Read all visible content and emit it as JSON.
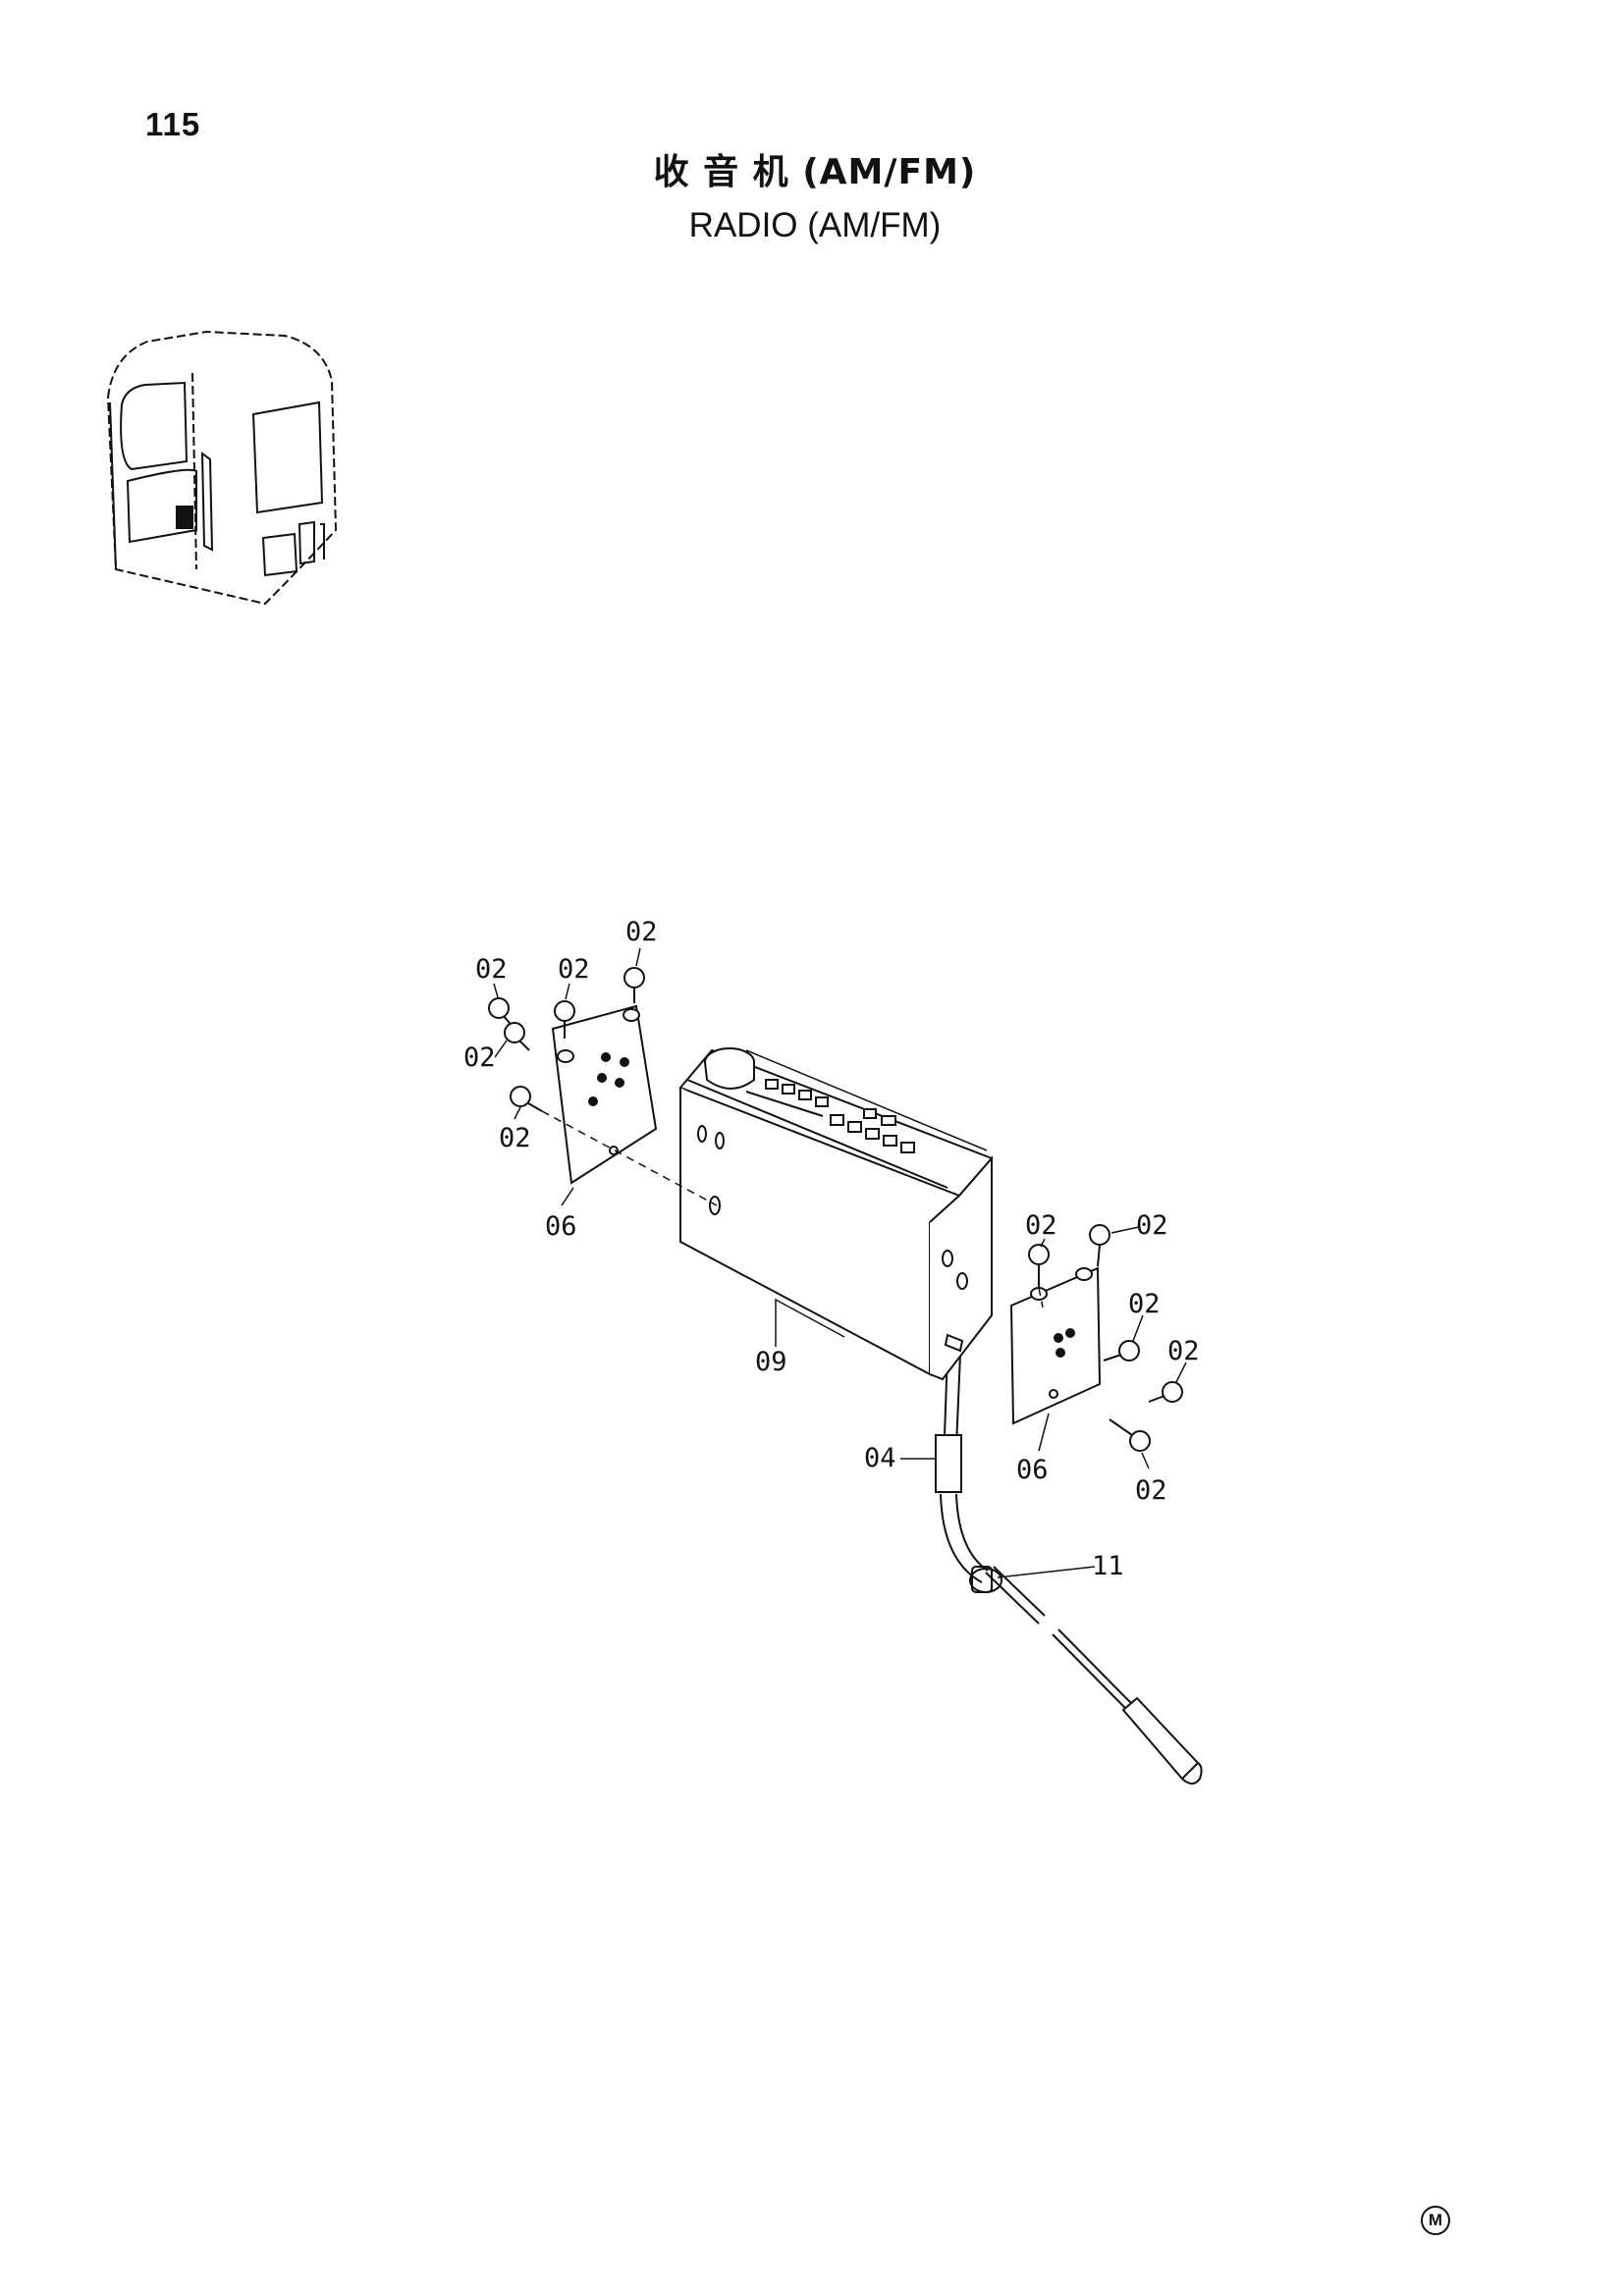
{
  "header": {
    "page_number": "115",
    "title_cn": "收 音 机 (AM/FM)",
    "title_en": "RADIO  (AM/FM)"
  },
  "callouts": {
    "c1": "02",
    "c2": "02",
    "c3": "02",
    "c4": "02",
    "c5": "02",
    "c6": "06",
    "c7": "09",
    "c8": "02",
    "c9": "02",
    "c10": "02",
    "c11": "02",
    "c12": "02",
    "c13": "04",
    "c14": "06",
    "c15": "11"
  },
  "footer": {
    "mark": "M"
  }
}
